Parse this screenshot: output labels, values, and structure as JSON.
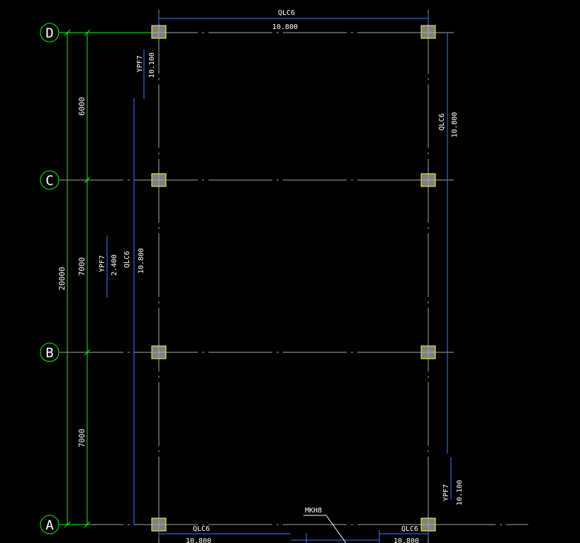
{
  "colors": {
    "background": "#000000",
    "grid_line": "#a8a8a8",
    "dimension": "#00ff00",
    "beam": "#3c7dff",
    "column_fill": "#808080",
    "column_edge": "#ffff33",
    "text": "#ffffff"
  },
  "axes": {
    "D": "D",
    "C": "C",
    "B": "B",
    "A": "A"
  },
  "dimensions": {
    "total": "20000",
    "dc": "6000",
    "cb": "7000",
    "ba": "7000"
  },
  "beam_labels": {
    "top_name": "QLC6",
    "top_elev": "10.800",
    "right_name": "QLC6",
    "right_elev": "10.800",
    "left_ypf_name": "YPF7",
    "left_ypf_elev": "10.100",
    "mid_ypf_name": "YPF7",
    "mid_ypf_elev": "2.400",
    "mid_qlc_name": "QLC6",
    "mid_qlc_elev": "10.800",
    "right_ypf_name": "YPF7",
    "right_ypf_elev": "10.100",
    "bottom_left_name": "QLC6",
    "bottom_left_elev": "10.800",
    "bottom_right_name": "QLC6",
    "bottom_right_elev": "10.800",
    "door_tag": "MKH8"
  }
}
